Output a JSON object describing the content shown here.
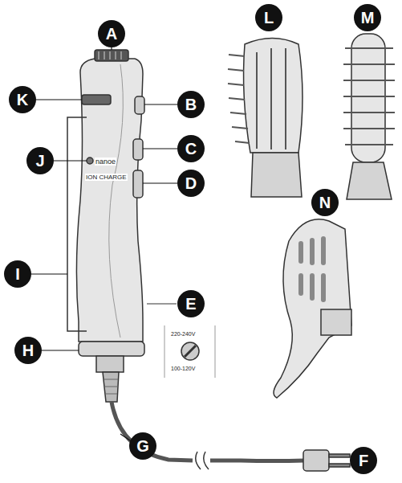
{
  "diagram": {
    "labels": [
      "A",
      "B",
      "C",
      "D",
      "E",
      "F",
      "G",
      "H",
      "I",
      "J",
      "K",
      "L",
      "M",
      "N",
      "nanoe",
      "ION CHARGE",
      "220-240V",
      "100-120V"
    ]
  }
}
